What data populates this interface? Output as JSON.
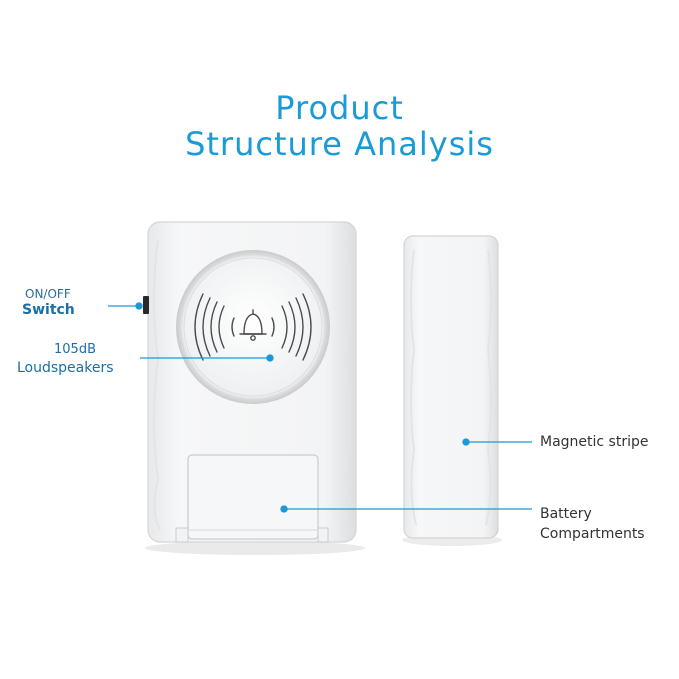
{
  "title": {
    "line1": "Product",
    "line2": "Structure Analysis"
  },
  "labels": {
    "switch_top": "ON/OFF",
    "switch_bottom": "Switch",
    "speaker_top": "105dB",
    "speaker_bottom": "Loudspeakers",
    "magnetic": "Magnetic stripe",
    "battery_top": "Battery",
    "battery_bottom": "Compartments"
  },
  "colors": {
    "accent": "#1a9ad6",
    "device": "#f1f2f4"
  },
  "icons": [
    "bell-icon"
  ]
}
